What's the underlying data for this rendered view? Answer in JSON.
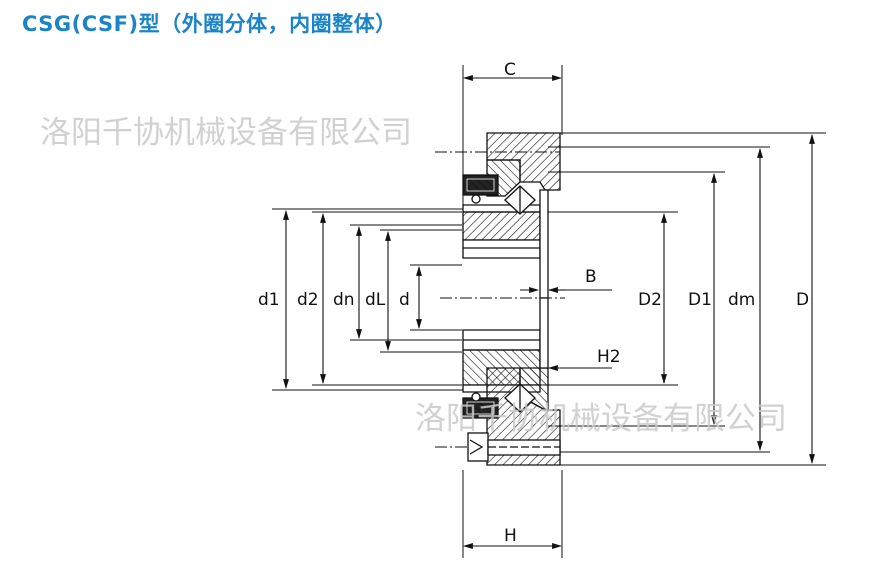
{
  "title": "CSG(CSF)型（外圈分体，内圈整体）",
  "watermarks": [
    "洛阳千协机械设备有限公司",
    "洛阳千协机械设备有限公司"
  ],
  "labels": {
    "C": "C",
    "H": "H",
    "B": "B",
    "H2": "H2",
    "d1": "d1",
    "d2": "d2",
    "dn": "dn",
    "dL": "dL",
    "d": "d",
    "D2": "D2",
    "D1": "D1",
    "dm": "dm",
    "D": "D"
  },
  "colors": {
    "title": "#1a84c8",
    "line": "#111111",
    "watermark": "#c9c9c9"
  }
}
